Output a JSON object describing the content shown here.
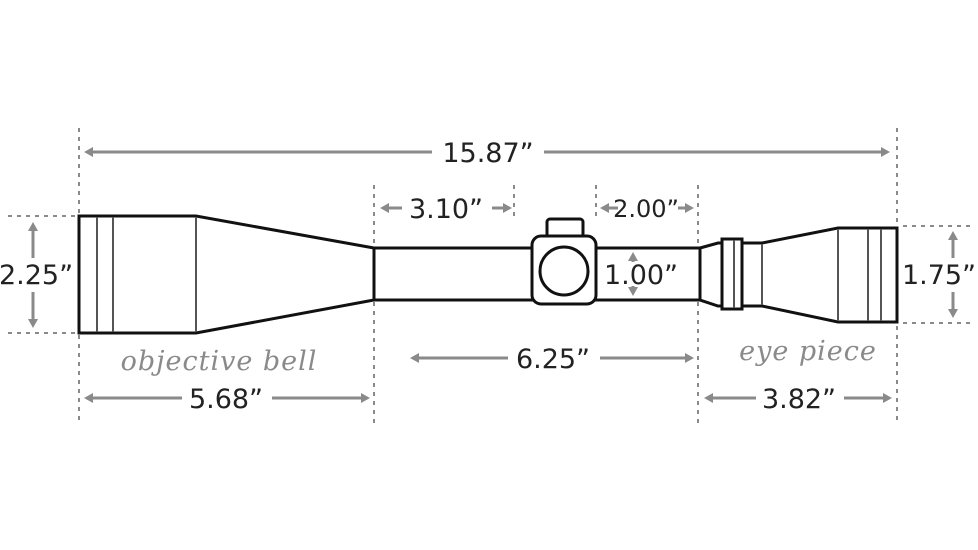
{
  "dimensions": {
    "overall_length": "15.87”",
    "front_mount_spacing": "3.10”",
    "rear_mount_spacing": "2.00”",
    "objective_bell_diameter": "2.25”",
    "tube_diameter": "1.00”",
    "eye_piece_diameter": "1.75”",
    "main_tube_length": "6.25”",
    "objective_bell_length": "5.68”",
    "eye_piece_length": "3.82”"
  },
  "labels": {
    "objective_bell": "objective bell",
    "eye_piece": "eye piece"
  },
  "colors": {
    "outline": "#111111",
    "dimension_lines": "#8a8a8a",
    "dimension_text": "#222222",
    "part_labels": "#8a8a8a"
  }
}
